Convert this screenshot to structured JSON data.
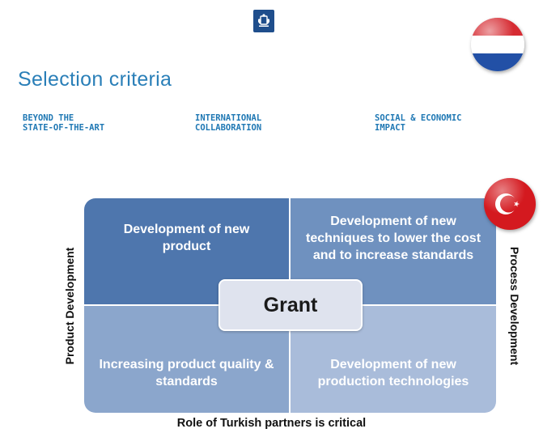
{
  "header": {
    "emblem_icon": "coat-of-arms-icon",
    "flag_top_icon": "netherlands-flag-icon",
    "flag_grid_icon": "turkey-flag-icon"
  },
  "page_title": "Selection criteria",
  "criteria": [
    "BEYOND THE\nSTATE-OF-THE-ART",
    "INTERNATIONAL\nCOLLABORATION",
    "SOCIAL & ECONOMIC\nIMPACT"
  ],
  "quadrants": {
    "top_left": "Development of new product",
    "top_right": "Development of new techniques to lower the cost and to increase standards",
    "bottom_left": "Increasing product quality & standards",
    "bottom_right": "Development of new production technologies"
  },
  "center_label": "Grant",
  "axis_labels": {
    "left": "Product Development",
    "right": "Process Development"
  },
  "caption": "Role of Turkish partners is critical",
  "colors": {
    "title": "#2a7fb8",
    "quadrant_top_left": "#4e76ad",
    "quadrant_top_right": "#6f91bf",
    "quadrant_bottom_left": "#8ba6cc",
    "quadrant_bottom_right": "#a9bcda",
    "grant_box": "#dfe3ee"
  }
}
